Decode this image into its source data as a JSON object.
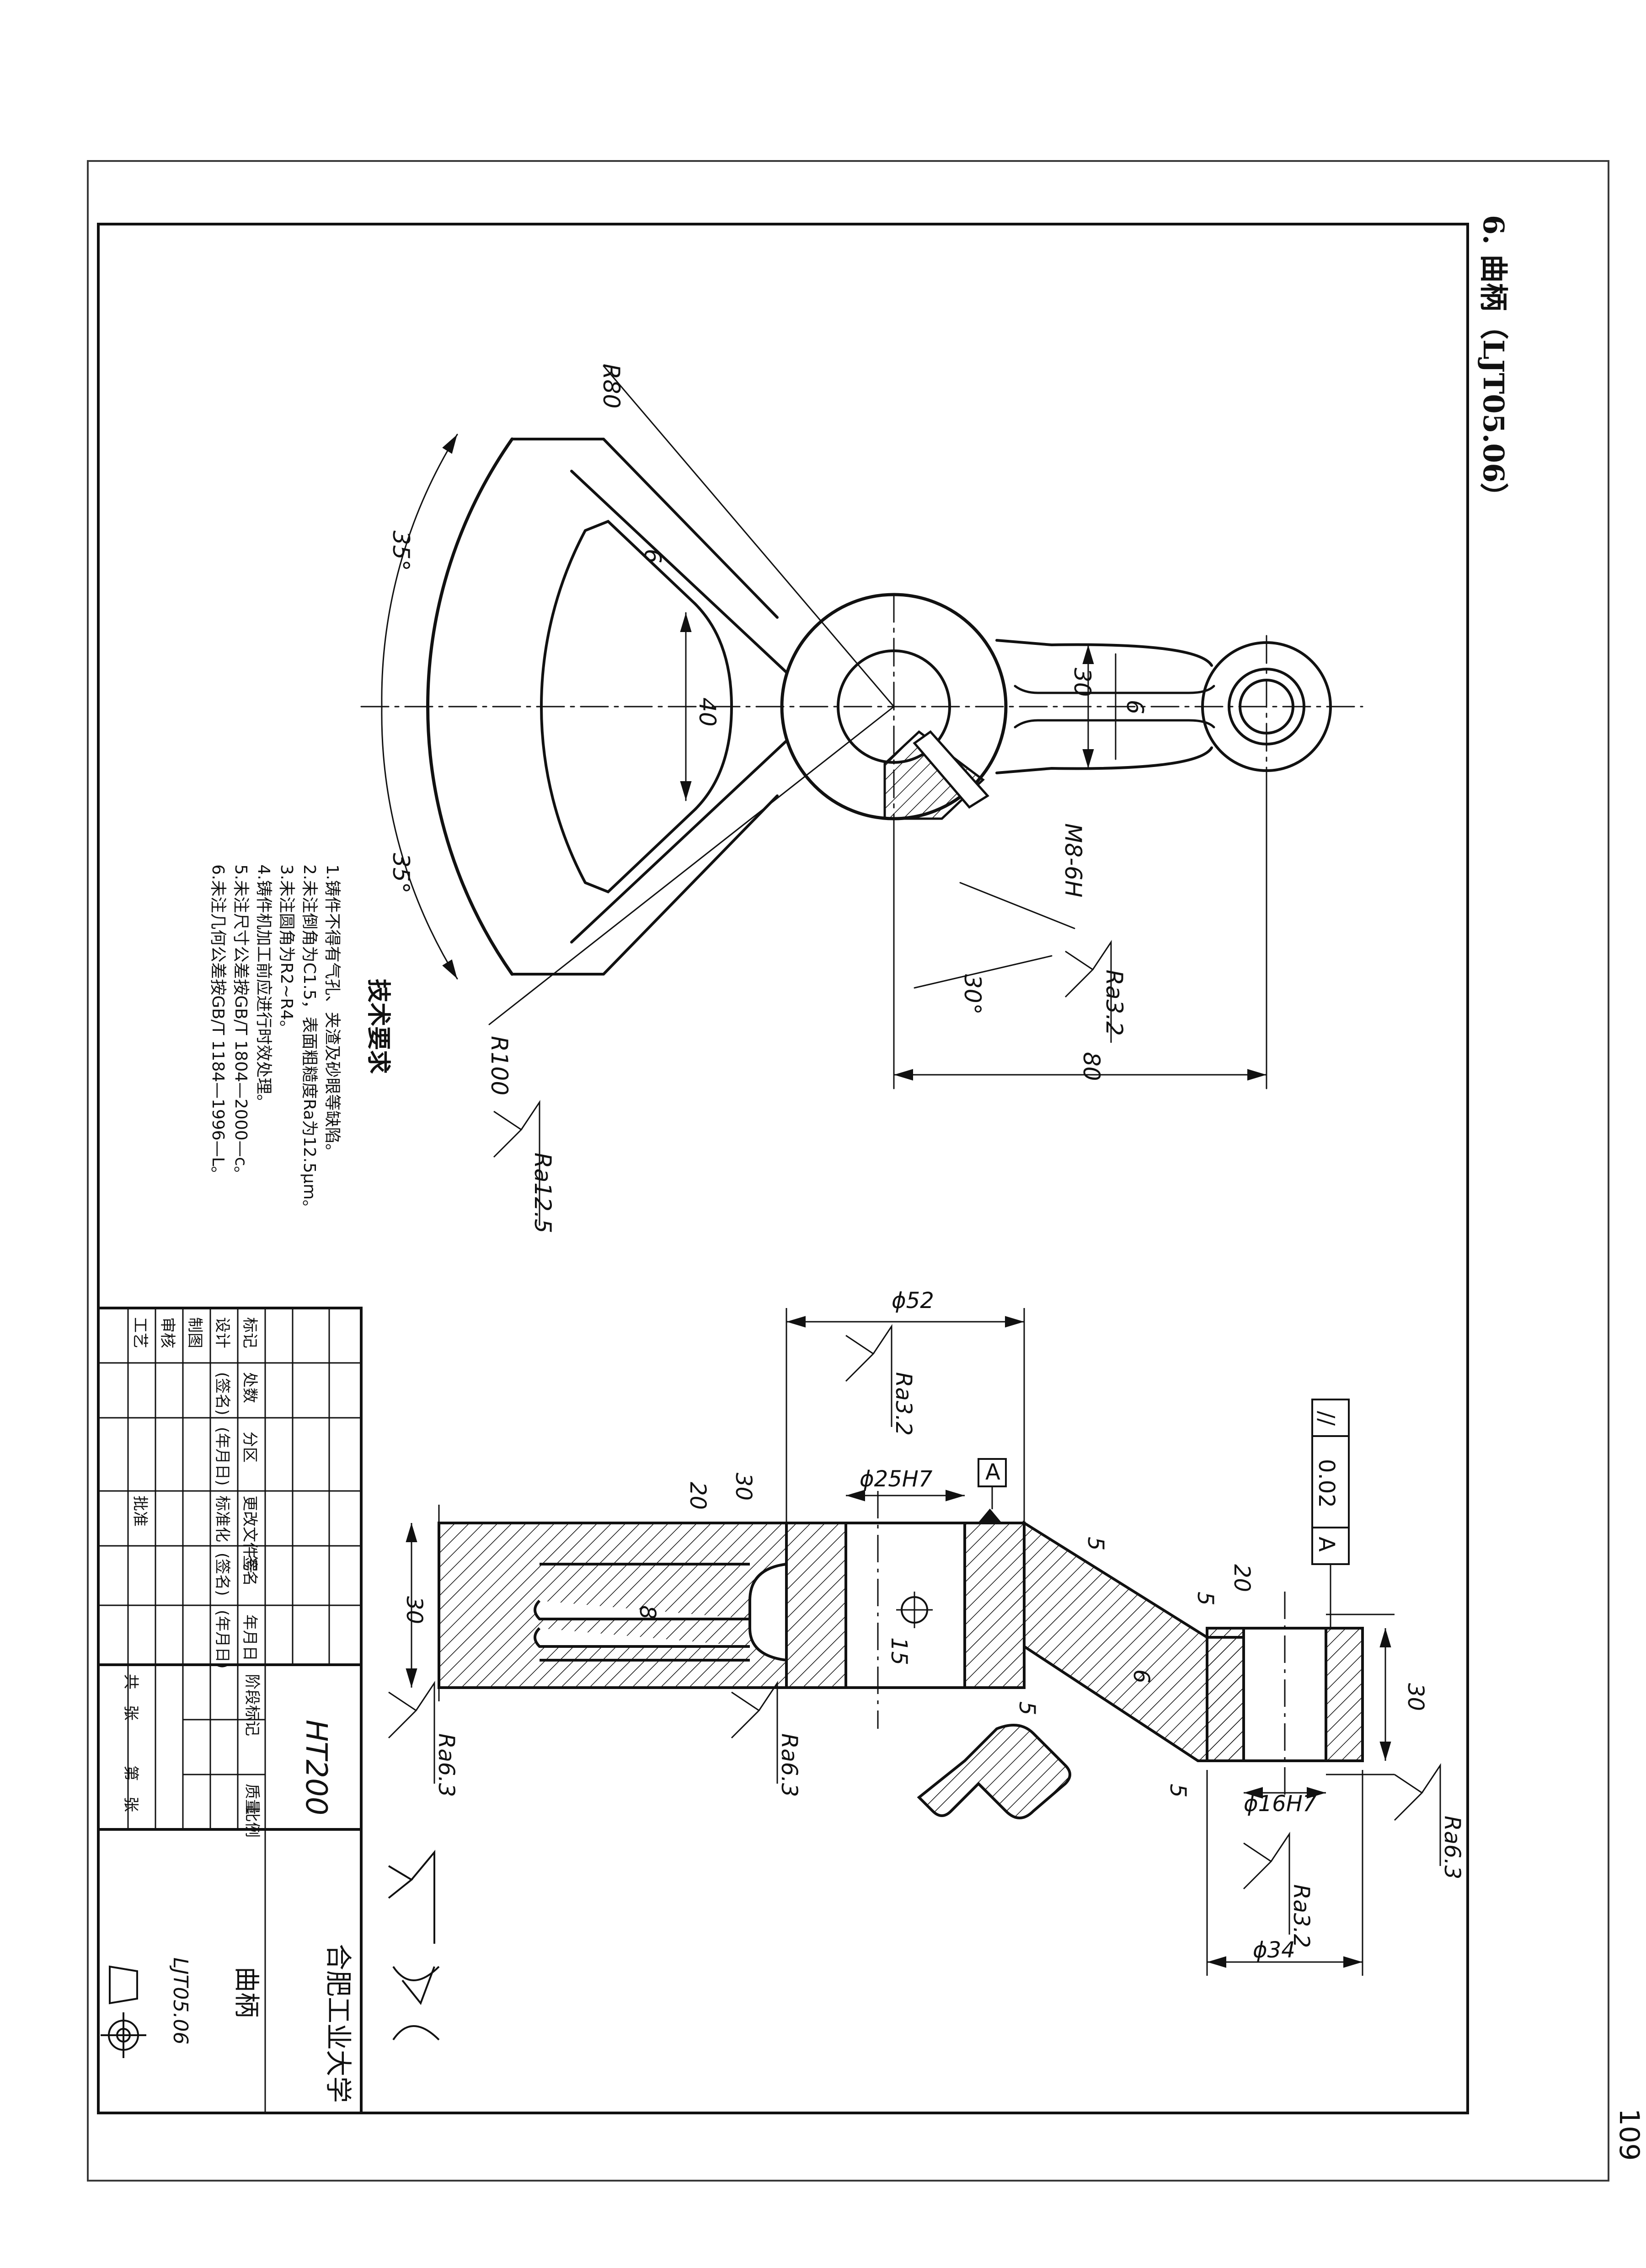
{
  "header": {
    "title": "6. 曲柄（LJT05.06）"
  },
  "page_number": "109",
  "top_view": {
    "dims": {
      "r80": "R80",
      "r100": "R100",
      "ang_left": "35°",
      "ang_right": "35°",
      "d6_arm": "6",
      "d40": "40",
      "d30_link": "30",
      "d6_link": "6",
      "m8": "M8-6H",
      "ang30": "30°",
      "d80": "80"
    },
    "roughness": {
      "ra32": "Ra3.2",
      "ra125": "Ra12.5"
    }
  },
  "tech_requirements": {
    "heading": "技术要求",
    "items": [
      "1.铸件不得有气孔、夹渣及砂眼等缺陷。",
      "2.未注倒角为C1.5，表面粗糙度Ra为12.5μm。",
      "3.未注圆角为R2~R4。",
      "4.铸件机加工前应进行时效处理。",
      "5.未注尺寸公差按GB/T 1804—2000—c。",
      "6.未注几何公差按GB/T 1184—1996—L。"
    ]
  },
  "section_view": {
    "dims": {
      "d52": "ϕ52",
      "d25h7": "ϕ25H7",
      "d30_a": "30",
      "d20_a": "20",
      "d8": "8",
      "d30_b": "30",
      "d15": "15",
      "d5_a": "5",
      "d20_b": "20",
      "d5_b": "5",
      "d30_c": "30",
      "d6": "6",
      "d5_c": "5",
      "d5_d": "5",
      "d16h7": "ϕ16H7",
      "d34": "ϕ34"
    },
    "roughness": {
      "ra32_a": "Ra3.2",
      "ra63_a": "Ra6.3",
      "ra63_b": "Ra6.3",
      "ra63_c": "Ra6.3",
      "ra32_b": "Ra3.2"
    },
    "datum": "A",
    "tolerance": {
      "symbol": "//",
      "value": "0.02",
      "datum": "A"
    }
  },
  "title_block": {
    "row_labels": [
      "标记",
      "设计",
      "制图",
      "审核",
      "工艺"
    ],
    "header_cells": [
      "处数",
      "分区",
      "更改文件号",
      "签名",
      "年月日"
    ],
    "design_cells": [
      "(签名)",
      "(年月日)",
      "标准化",
      "(签名)",
      "(年月日)"
    ],
    "approve": "批准",
    "material": "HT200",
    "stage_mark": "阶段标记",
    "weight": "质量",
    "scale": "比例",
    "sheets_total": "共　张",
    "sheet_no": "第　张",
    "university": "合肥工业大学",
    "part_name": "曲柄",
    "drawing_no": "LJT05.06"
  }
}
